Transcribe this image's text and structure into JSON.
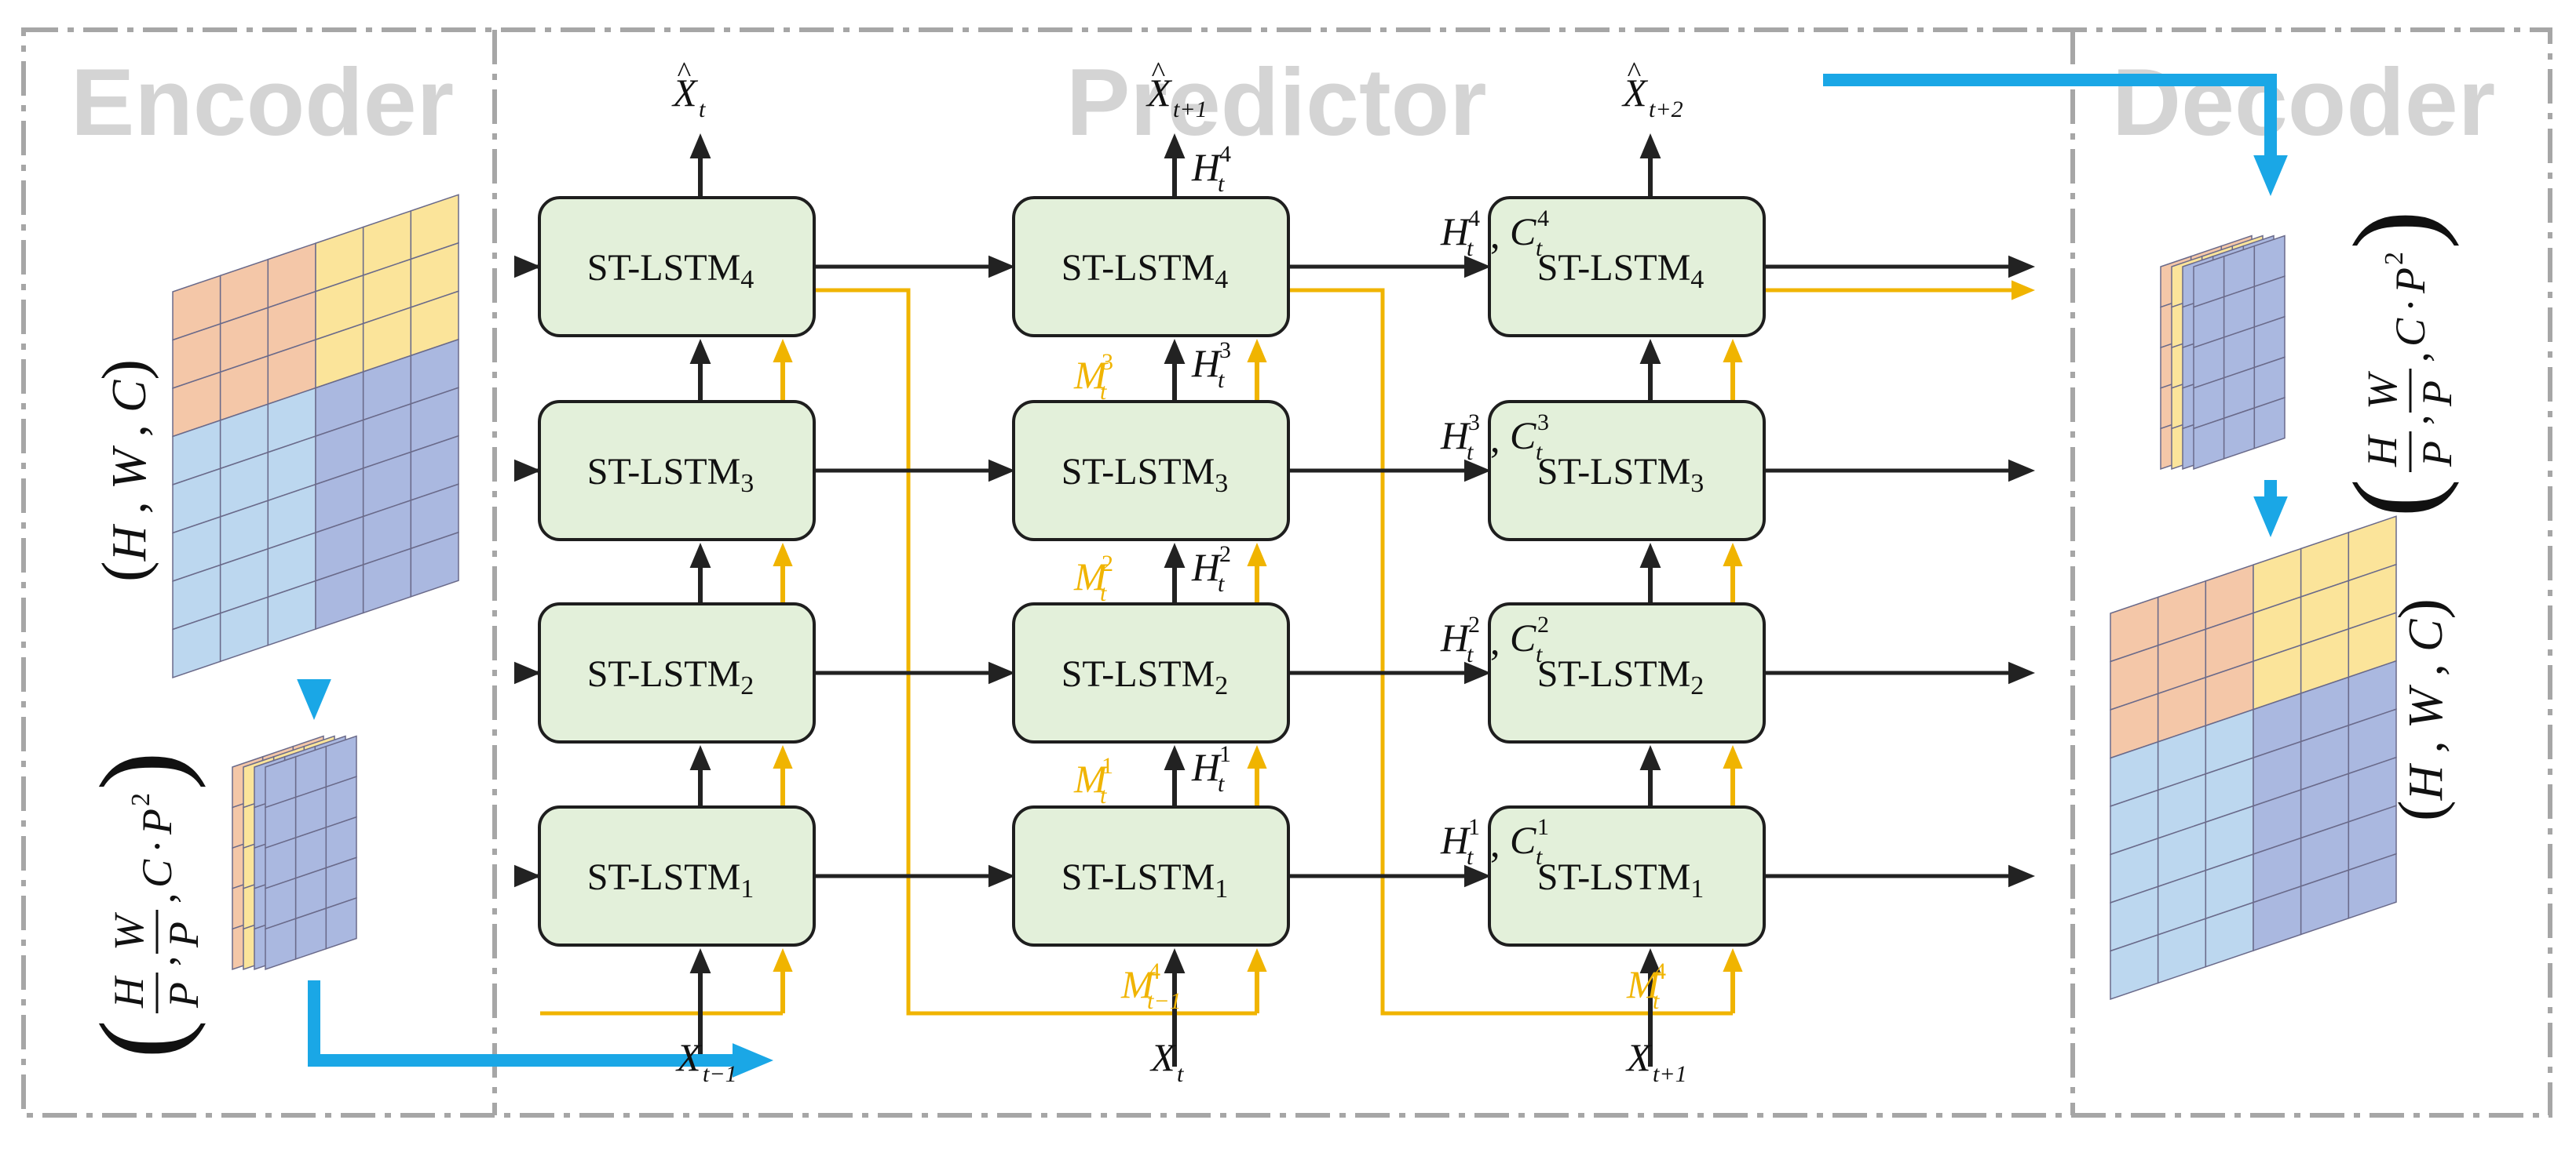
{
  "colors": {
    "frame": "#a6a6a6",
    "cell_fill": "#e3f0da",
    "cell_stroke": "#1e1e1e",
    "arrow_black": "#222222",
    "arrow_orange": "#f0b400",
    "arrow_blue": "#1aa7e6",
    "patch_orange": "#f4c7a8",
    "patch_yellow": "#fbe49a",
    "patch_blue_light": "#bcd7ef",
    "patch_blue_dark": "#aab8e0"
  },
  "sections": {
    "encoder": "Encoder",
    "predictor": "Predictor",
    "decoder": "Decoder"
  },
  "cell": {
    "name": "ST-LSTM",
    "layers": [
      "1",
      "2",
      "3",
      "4"
    ]
  },
  "encoder": {
    "input_shape": {
      "items": [
        "H",
        "W",
        "C"
      ]
    },
    "patch_shape": {
      "frac1": [
        "H",
        "P"
      ],
      "frac2": [
        "W",
        "P"
      ],
      "last": "C",
      "dot": "·",
      "pow_base": "P",
      "pow": "2"
    }
  },
  "decoder": {
    "patch_shape": {
      "frac1": [
        "H",
        "P"
      ],
      "frac2": [
        "W",
        "P"
      ],
      "last": "C",
      "dot": "·",
      "pow_base": "P",
      "pow": "2"
    },
    "output_shape": {
      "items": [
        "H",
        "W",
        "C"
      ]
    }
  },
  "labels": {
    "x_var": "X",
    "h_var": "H",
    "c_var": "C",
    "m_var": "M",
    "t": "t",
    "t_minus_1": "t−1",
    "t_plus_1": "t+1",
    "t_plus_2": "t+2",
    "comma": ","
  }
}
